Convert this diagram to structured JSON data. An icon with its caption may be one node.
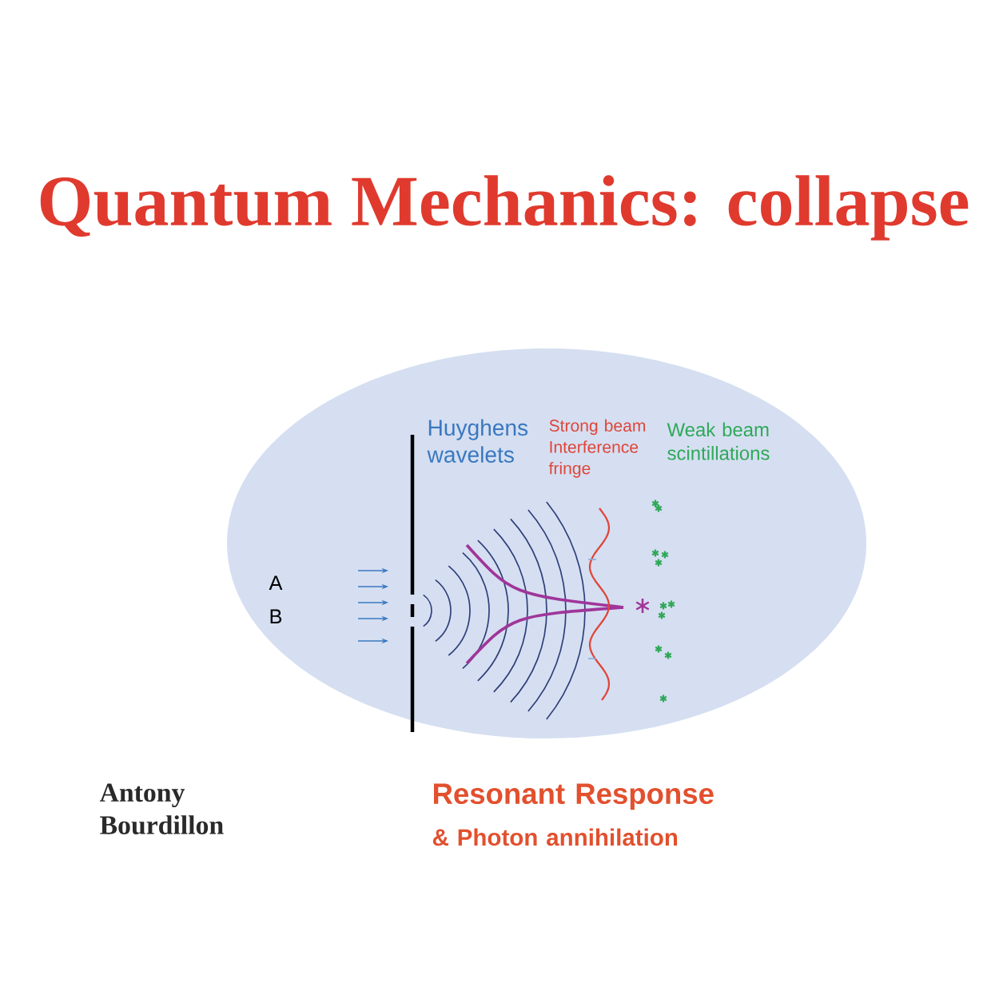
{
  "diagram": {
    "title": "Quantum Mechanics: collapse",
    "labels": [
      "Huyghens wavelets",
      "Strong beam Interference fringe",
      "Weak beam scintillations",
      "A",
      "B",
      "Antony Bourdillon",
      "Resonant Response",
      "& Photon annihilation"
    ]
  }
}
